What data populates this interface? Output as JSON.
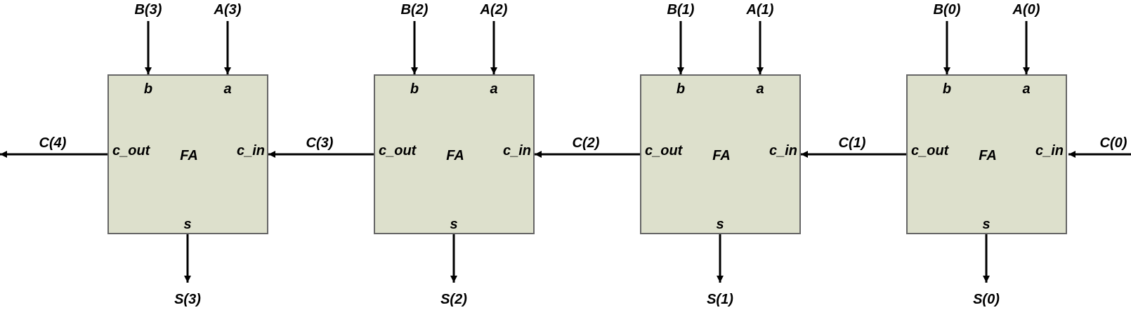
{
  "colors": {
    "block_fill": "#dde0cc",
    "block_stroke": "#666666",
    "wire": "#000000"
  },
  "blocks": [
    {
      "name": "FA",
      "port_b": "b",
      "port_a": "a",
      "port_cout": "c_out",
      "port_cin": "c_in",
      "port_s": "s",
      "in_b": "B(3)",
      "in_a": "A(3)",
      "out_s": "S(3)",
      "carry_out": "C(4)"
    },
    {
      "name": "FA",
      "port_b": "b",
      "port_a": "a",
      "port_cout": "c_out",
      "port_cin": "c_in",
      "port_s": "s",
      "in_b": "B(2)",
      "in_a": "A(2)",
      "out_s": "S(2)",
      "carry_out": "C(3)"
    },
    {
      "name": "FA",
      "port_b": "b",
      "port_a": "a",
      "port_cout": "c_out",
      "port_cin": "c_in",
      "port_s": "s",
      "in_b": "B(1)",
      "in_a": "A(1)",
      "out_s": "S(1)",
      "carry_out": "C(2)"
    },
    {
      "name": "FA",
      "port_b": "b",
      "port_a": "a",
      "port_cout": "c_out",
      "port_cin": "c_in",
      "port_s": "s",
      "in_b": "B(0)",
      "in_a": "A(0)",
      "out_s": "S(0)",
      "carry_out": "C(1)"
    }
  ],
  "carry_in": "C(0)"
}
